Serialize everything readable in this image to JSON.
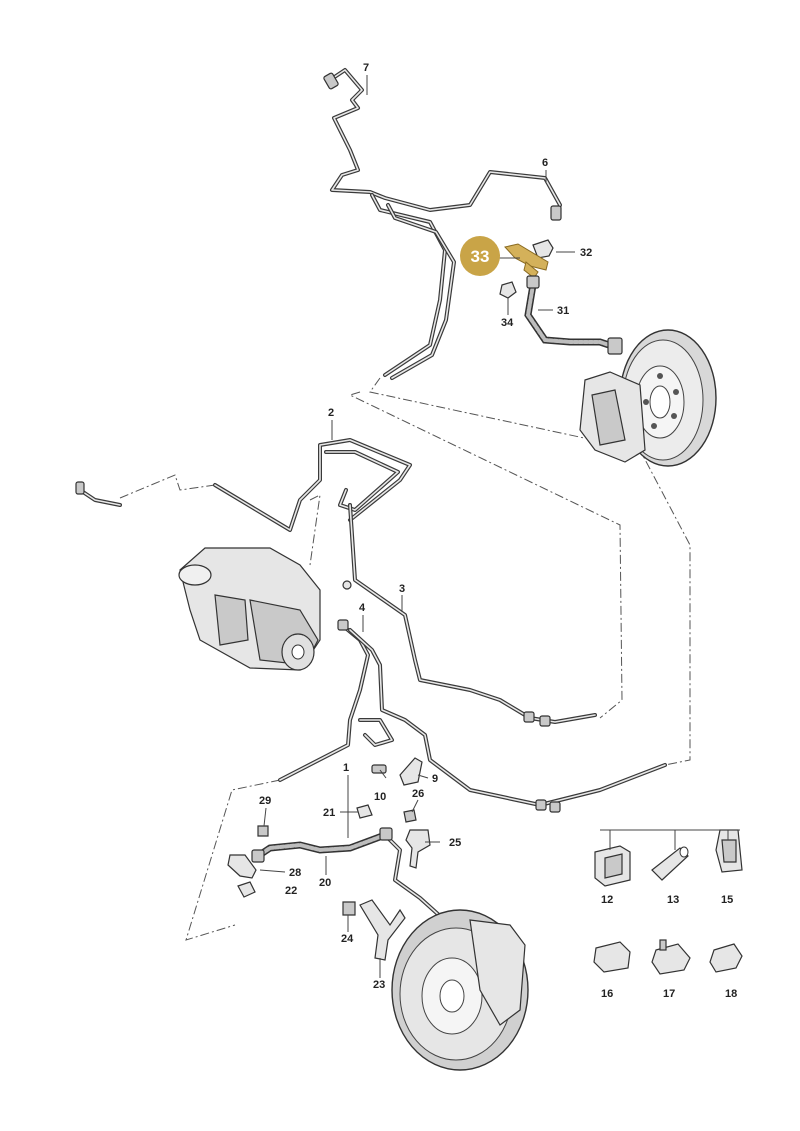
{
  "highlight": {
    "label": "33",
    "color": "#c9a447"
  },
  "callouts": [
    "1",
    "2",
    "3",
    "4",
    "6",
    "7",
    "9",
    "10",
    "12",
    "13",
    "15",
    "16",
    "17",
    "18",
    "20",
    "21",
    "22",
    "23",
    "24",
    "25",
    "26",
    "28",
    "29",
    "31",
    "32",
    "34"
  ],
  "colors": {
    "line": "#3a3a3a",
    "part_fill": "#e6e6e6",
    "highlight_part": "#d4b15a"
  }
}
